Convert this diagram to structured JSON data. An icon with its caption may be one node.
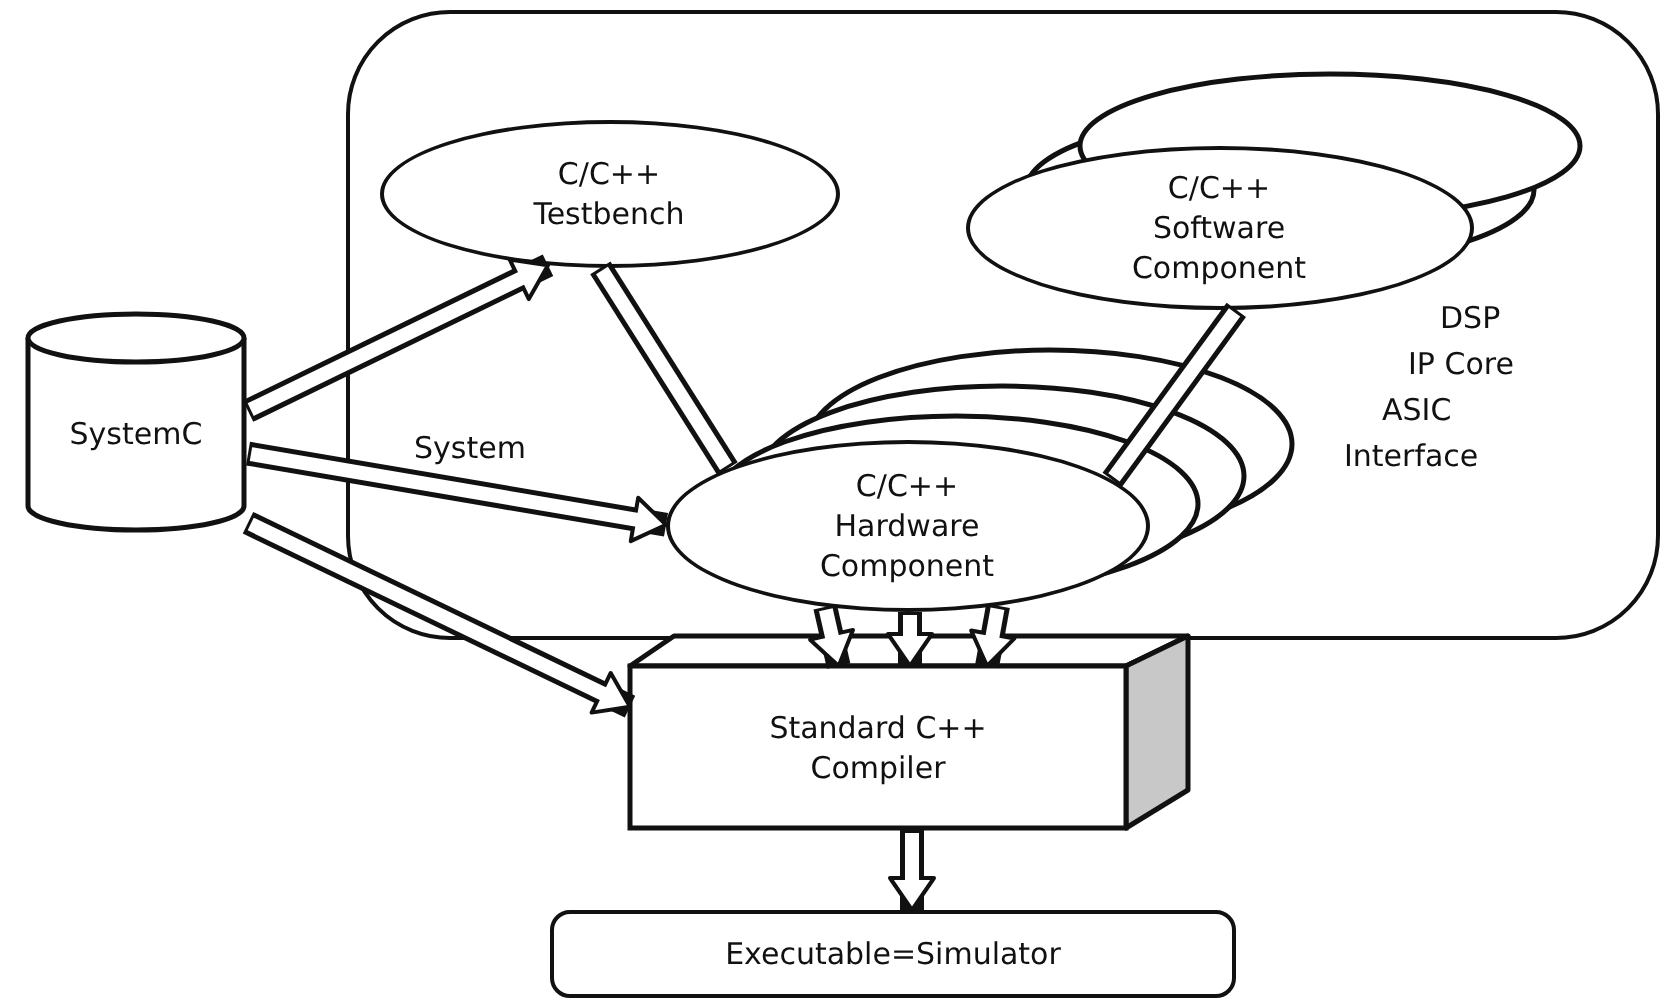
{
  "diagram": {
    "nodes": [
      {
        "text": [
          "System"
        ]
      },
      {
        "text": [
          "SystemC"
        ]
      },
      {
        "text": [
          "C/C++ Testbench"
        ],
        "in": 0
      },
      {
        "text": [
          "C/C++ Software Component"
        ],
        "in": 0
      },
      {
        "text": [
          "C/C++ Hardware Component"
        ],
        "in": 0
      },
      {
        "text": [
          "Standard C++ Compiler"
        ]
      },
      {
        "text": [
          "Executable=Simulator"
        ]
      }
    ],
    "edges": [
      {
        "from": 1,
        "to": 2,
        "arrow": "to"
      },
      {
        "from": 1,
        "to": 4,
        "arrow": "to"
      },
      {
        "from": 1,
        "to": 5,
        "arrow": "to"
      },
      {
        "from": 2,
        "to": 4,
        "arrow": "none"
      },
      {
        "from": 3,
        "to": 4,
        "arrow": "none"
      },
      {
        "from": 4,
        "to": 5,
        "arrow": "to"
      },
      {
        "from": 4,
        "to": 5,
        "arrow": "to"
      },
      {
        "from": 4,
        "to": 5,
        "arrow": "to"
      },
      {
        "from": 5,
        "to": 6,
        "arrow": "to"
      }
    ],
    "labels": [
      "DSP",
      "IP Core",
      "ASIC",
      "Interface"
    ]
  }
}
